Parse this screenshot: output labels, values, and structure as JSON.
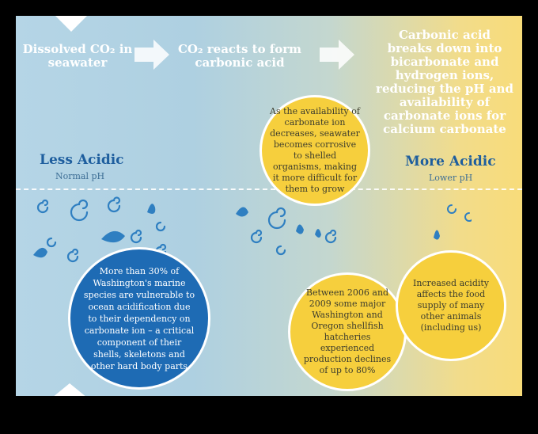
{
  "steps": [
    {
      "text": "Dissolved CO₂ in seawater"
    },
    {
      "text": "CO₂ reacts to form carbonic acid"
    },
    {
      "text": "Carbonic acid breaks down into bicarbonate and hydrogen ions, reducing the pH and availability of carbonate ions for calcium carbonate"
    }
  ],
  "left_label": {
    "title": "Less Acidic",
    "sub": "Normal pH"
  },
  "right_label": {
    "title": "More Acidic",
    "sub": "Lower pH"
  },
  "callouts": {
    "corrosive": "As the availability of carbonate ion decreases, seawater becomes corrosive to shelled organisms, making it more difficult for them to grow",
    "vulnerable": "More than 30% of Washington's marine species are vulnerable to ocean acidification due to their dependency on carbonate ion – a critical component of their shells, skeletons and other hard body parts",
    "shellfish": "Between 2006 and 2009 some major Washington and Oregon shellfish hatcheries experienced production declines of up to 80%",
    "food_supply": "Increased acidity affects the food supply of many other animals (including us)"
  },
  "colors": {
    "blue_circle": "#1e6bb4",
    "yellow_circle": "#f6cf3d",
    "title_blue": "#1e5e9e",
    "shell_blue": "#2f7fc1"
  }
}
